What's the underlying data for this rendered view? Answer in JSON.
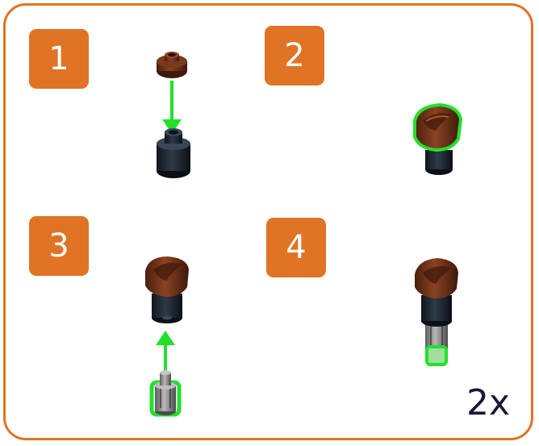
{
  "steps": [
    {
      "number": "1"
    },
    {
      "number": "2"
    },
    {
      "number": "3"
    },
    {
      "number": "4"
    }
  ],
  "quantity_label": "2x",
  "colors": {
    "accent": "#E07424",
    "highlight": "#22E02A",
    "brick_brown": "#6B2F14",
    "brick_dark": "#1E2630",
    "axle_grey": "#8C8C8C",
    "text_dark": "#1A1838"
  }
}
